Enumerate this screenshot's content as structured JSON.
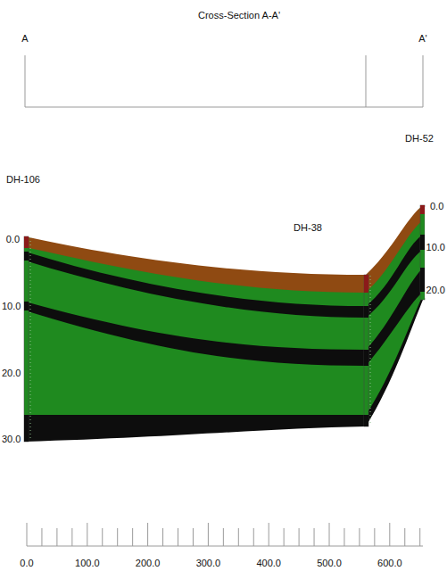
{
  "diagram": {
    "title": "Cross-Section A-A'",
    "labels": [
      "A",
      "A'",
      "DH-52",
      "DH-106",
      "DH-38",
      "0.0",
      "10.0",
      "20.0",
      "30.0",
      "0.0",
      "10.0",
      "20.0",
      "0.0",
      "100.0",
      "200.0",
      "300.0",
      "400.0",
      "500.0",
      "600.0"
    ]
  }
}
